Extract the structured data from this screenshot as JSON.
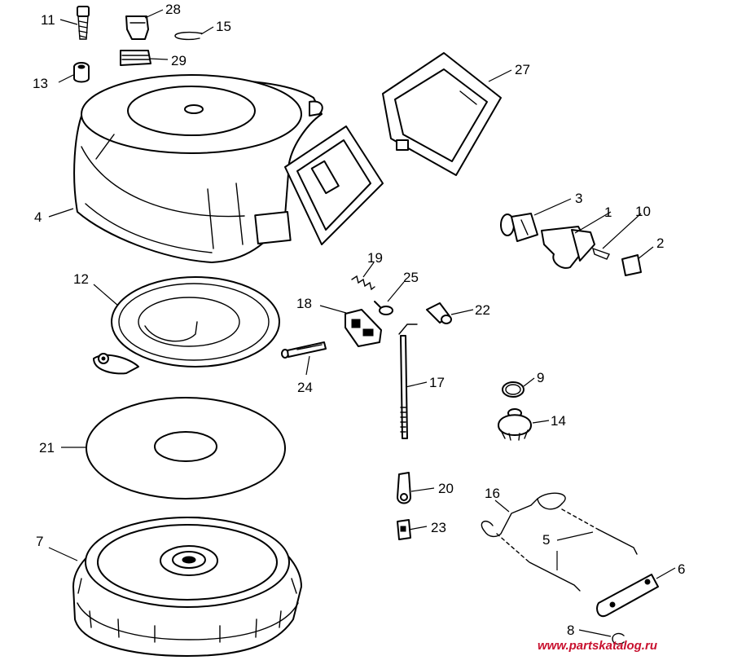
{
  "diagram": {
    "parts": [
      {
        "id": "part-1",
        "label": "1"
      },
      {
        "id": "part-2",
        "label": "2"
      },
      {
        "id": "part-3",
        "label": "3"
      },
      {
        "id": "part-4",
        "label": "4"
      },
      {
        "id": "part-5",
        "label": "5"
      },
      {
        "id": "part-6",
        "label": "6"
      },
      {
        "id": "part-7",
        "label": "7"
      },
      {
        "id": "part-8",
        "label": "8"
      },
      {
        "id": "part-9",
        "label": "9"
      },
      {
        "id": "part-10",
        "label": "10"
      },
      {
        "id": "part-11",
        "label": "11"
      },
      {
        "id": "part-12",
        "label": "12"
      },
      {
        "id": "part-13",
        "label": "13"
      },
      {
        "id": "part-14",
        "label": "14"
      },
      {
        "id": "part-15",
        "label": "15"
      },
      {
        "id": "part-16",
        "label": "16"
      },
      {
        "id": "part-17",
        "label": "17"
      },
      {
        "id": "part-18",
        "label": "18"
      },
      {
        "id": "part-19",
        "label": "19"
      },
      {
        "id": "part-20",
        "label": "20"
      },
      {
        "id": "part-21",
        "label": "21"
      },
      {
        "id": "part-22",
        "label": "22"
      },
      {
        "id": "part-23",
        "label": "23"
      },
      {
        "id": "part-24",
        "label": "24"
      },
      {
        "id": "part-25",
        "label": "25"
      },
      {
        "id": "part-27",
        "label": "27"
      },
      {
        "id": "part-28",
        "label": "28"
      },
      {
        "id": "part-29",
        "label": "29"
      }
    ]
  },
  "watermark": {
    "text": "www.partskatalog.ru",
    "color": "#c8102e"
  }
}
